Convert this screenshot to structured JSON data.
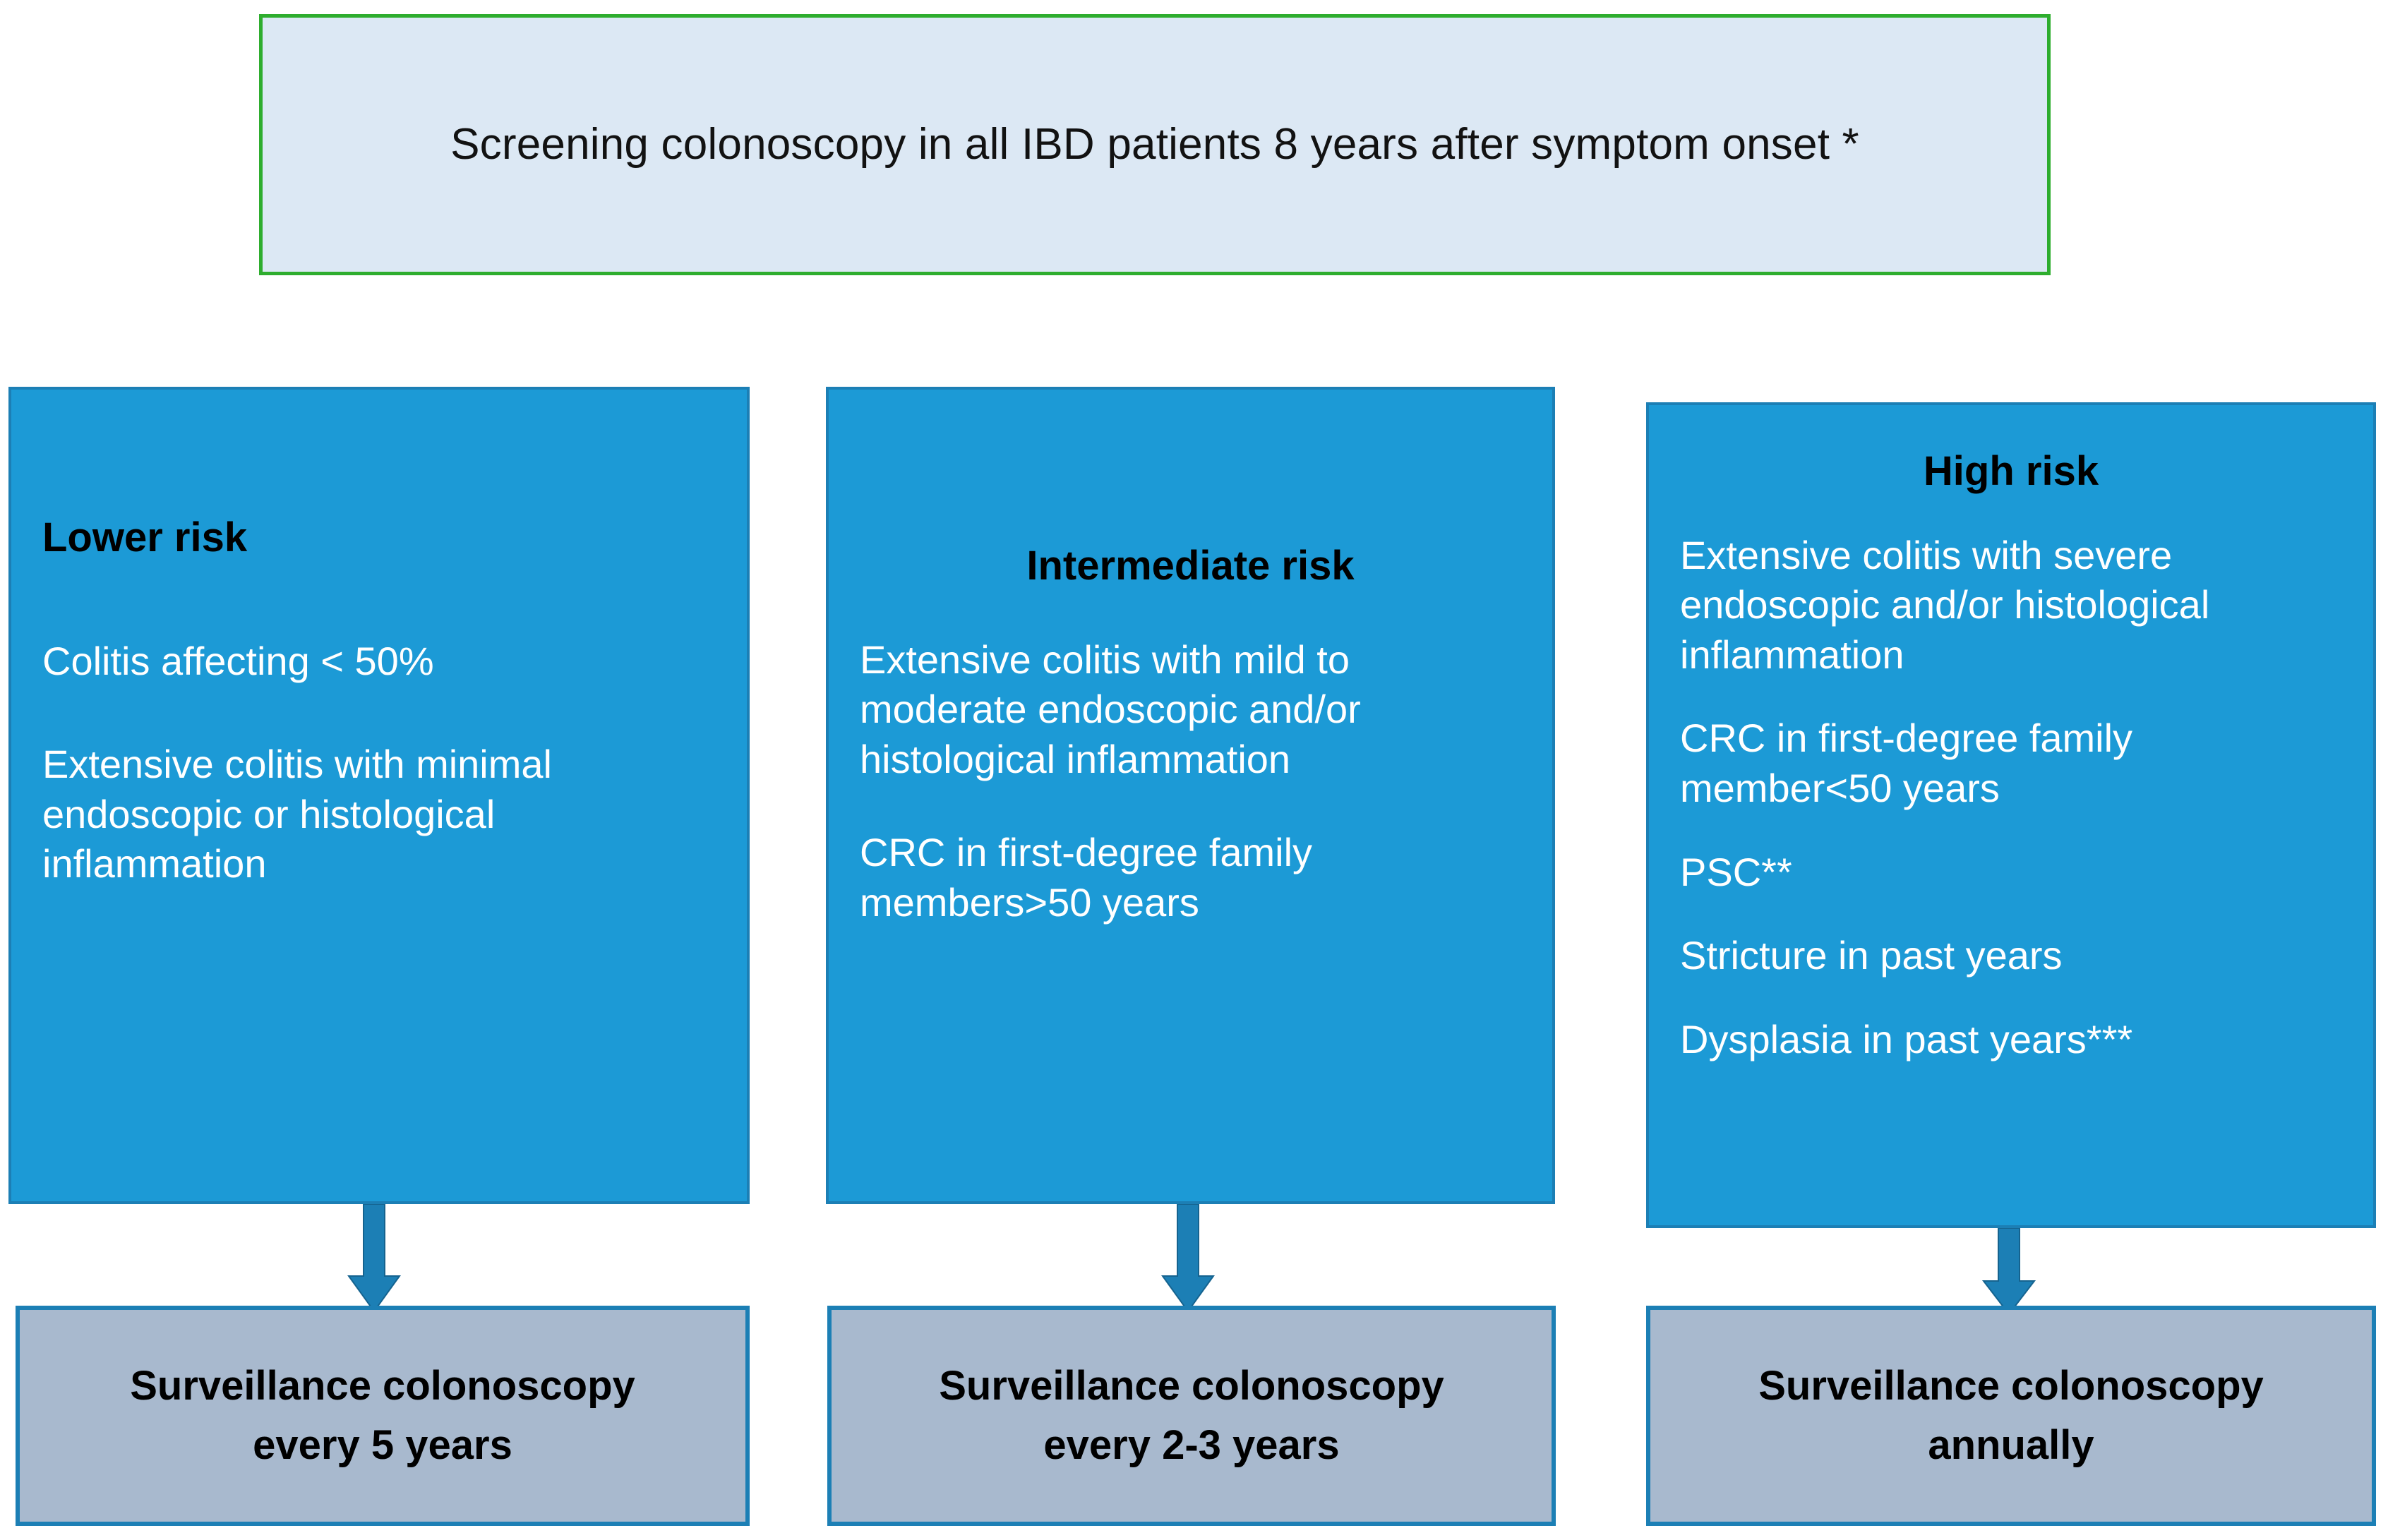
{
  "colors": {
    "risk_box_fill": "#1C9AD6",
    "risk_box_border": "#1C7FB5",
    "outcome_box_fill": "#A8B9CE",
    "outcome_box_border": "#1C7FB5",
    "screening_box_fill": "#DCE8F4",
    "screening_box_border": "#2EAD2E",
    "arrow_color": "#1C7FB5",
    "title_text": "#000000",
    "body_text": "#FFFFFF"
  },
  "screening": {
    "text": "Screening colonoscopy in all IBD patients 8 years after symptom onset *"
  },
  "columns": [
    {
      "id": "lower",
      "title": "Lower risk",
      "title_align": "left",
      "items": [
        "Colitis affecting < 50%",
        "Extensive colitis with minimal endoscopic or histological inflammation"
      ],
      "outcome": {
        "line1": "Surveillance colonoscopy",
        "line2": "every 5 years"
      }
    },
    {
      "id": "intermediate",
      "title": "Intermediate risk",
      "title_align": "center",
      "items": [
        "Extensive colitis with mild to moderate endoscopic and/or histological inflammation",
        "CRC in first-degree family members>50 years"
      ],
      "outcome": {
        "line1": "Surveillance colonoscopy",
        "line2": "every 2-3 years"
      }
    },
    {
      "id": "high",
      "title": "High risk",
      "title_align": "center",
      "items": [
        "Extensive colitis with severe endoscopic and/or histological inflammation",
        "CRC in first-degree family member<50 years",
        "PSC**",
        "Stricture in past years",
        "Dysplasia in past years***"
      ],
      "outcome": {
        "line1": "Surveillance colonoscopy",
        "line2": "annually"
      }
    }
  ]
}
